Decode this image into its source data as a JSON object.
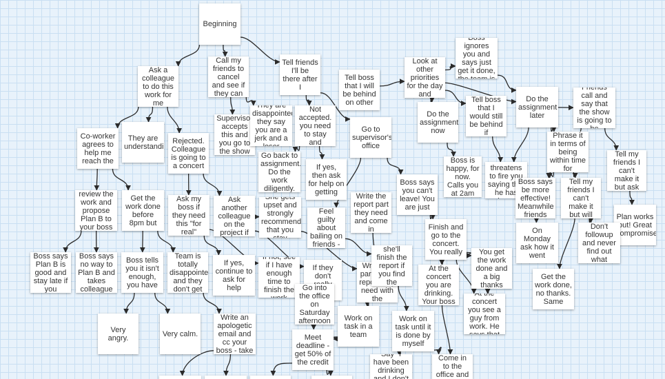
{
  "colors": {
    "edge": "#2b2b2b",
    "node_bg": "#ffffff",
    "canvas": "#e8f2fb",
    "grid": "#c9dff2"
  },
  "nodes": [
    {
      "id": "n0",
      "text": "Beginning"
    },
    {
      "id": "n1",
      "text": "Call my friends to cancel and see if they can"
    },
    {
      "id": "n2",
      "text": "Ask a colleague to do this work for me"
    },
    {
      "id": "n3",
      "text": "Tell friends I'll be there after I"
    },
    {
      "id": "n4",
      "text": "Tell boss that I will be behind on other"
    },
    {
      "id": "n5",
      "text": "Look at other priorities for the day and"
    },
    {
      "id": "n6",
      "text": "Boss ignores you and says just get it done, the team is"
    },
    {
      "id": "n7",
      "text": "Do the assignment later"
    },
    {
      "id": "n8",
      "text": "Friends call and say that the show is going to be"
    },
    {
      "id": "n9",
      "text": "Tell boss that I would still be behind if"
    },
    {
      "id": "n10",
      "text": "Do the assignment now"
    },
    {
      "id": "n11",
      "text": "Supervisor accepts this and you go to the show"
    },
    {
      "id": "n12",
      "text": "They are disappointed, they say you are a jerk and a loser"
    },
    {
      "id": "n13",
      "text": "Not accepted. you need to stay and"
    },
    {
      "id": "n14",
      "text": "Go to supervisor's office"
    },
    {
      "id": "n15",
      "text": "Co-worker agrees to help me reach the"
    },
    {
      "id": "n16",
      "text": "They are understanding"
    },
    {
      "id": "n17",
      "text": "Rejected. Colleague is going to a concert"
    },
    {
      "id": "n18",
      "text": "Go back to assignment. Do the work diligently."
    },
    {
      "id": "n19",
      "text": "If yes, then ask for help on getting"
    },
    {
      "id": "n20",
      "text": "Phrase it in terms of being within time for"
    },
    {
      "id": "n21",
      "text": "Boss is happy, for now. Calls you at 2am"
    },
    {
      "id": "n22",
      "text": "Boss threatens to fire you saying that he has been"
    },
    {
      "id": "n23",
      "text": "Tell my friends I can't make it but ask"
    },
    {
      "id": "n24",
      "text": "Boss says be more effective! Meanwhile friends"
    },
    {
      "id": "n25",
      "text": "Tell my friends I can't make it but will"
    },
    {
      "id": "n26",
      "text": "Boss says you can't leave! You are just"
    },
    {
      "id": "n27",
      "text": "review the work and propose Plan B to your boss"
    },
    {
      "id": "n28",
      "text": "Get the work done before 8pm but"
    },
    {
      "id": "n29",
      "text": "Ask my boss if they need this \"for real\""
    },
    {
      "id": "n30",
      "text": "Ask another colleague on the project if"
    },
    {
      "id": "n31",
      "text": "She gets upset and strongly recommends that you stay"
    },
    {
      "id": "n32",
      "text": "Feel guilty about bailing on friends -"
    },
    {
      "id": "n33",
      "text": "Write the report part they need and come in"
    },
    {
      "id": "n34",
      "text": "Plan works out! Great compromise"
    },
    {
      "id": "n35",
      "text": "Finish and go to the concert. You really"
    },
    {
      "id": "n36",
      "text": "On Monday ask how it went"
    },
    {
      "id": "n37",
      "text": "Don't followup and never find out what"
    },
    {
      "id": "n38",
      "text": "Boss says Plan B is good and stay late if you"
    },
    {
      "id": "n39",
      "text": "Boss says no way to Plan B and takes colleague"
    },
    {
      "id": "n40",
      "text": "Boss tells you it isn't enough, you have"
    },
    {
      "id": "n41",
      "text": "Team is totally disappointed and they don't get"
    },
    {
      "id": "n42",
      "text": "If yes, continue to ask for help"
    },
    {
      "id": "n43",
      "text": "If not, see if I have enough time to finish the work"
    },
    {
      "id": "n44",
      "text": "If they don't really need it"
    },
    {
      "id": "n45",
      "text": "Write the part of the report they need with the"
    },
    {
      "id": "n46",
      "text": "She says she'll finish the report if you find the deadline"
    },
    {
      "id": "n47",
      "text": "At the concert you are drinking. Your boss"
    },
    {
      "id": "n48",
      "text": "You get the work done and a big thanks"
    },
    {
      "id": "n49",
      "text": "At the concert you see a guy from work. He says that"
    },
    {
      "id": "n50",
      "text": "Get the work done, no thanks. Same"
    },
    {
      "id": "n51",
      "text": "Very angry."
    },
    {
      "id": "n52",
      "text": "Very calm."
    },
    {
      "id": "n53",
      "text": "Write an apologetic email and cc your boss - take"
    },
    {
      "id": "n54",
      "text": "Go into the office on Saturday afternoon"
    },
    {
      "id": "n55",
      "text": "Work on task in a team"
    },
    {
      "id": "n56",
      "text": "Work on task until it is done by myself"
    },
    {
      "id": "n57",
      "text": "Meet deadline - get 50% of the credit"
    },
    {
      "id": "n58",
      "text": "Say \"I have been drinking and I don't"
    },
    {
      "id": "n59",
      "text": "Come in to the office and"
    },
    {
      "id": "n60",
      "text": ""
    },
    {
      "id": "n61",
      "text": ""
    },
    {
      "id": "n62",
      "text": ""
    },
    {
      "id": "n63",
      "text": ""
    }
  ],
  "edges": [
    [
      "n0",
      "n2"
    ],
    [
      "n0",
      "n1"
    ],
    [
      "n0",
      "n3"
    ],
    [
      "n1",
      "n11"
    ],
    [
      "n1",
      "n12"
    ],
    [
      "n2",
      "n15"
    ],
    [
      "n2",
      "n16"
    ],
    [
      "n2",
      "n17"
    ],
    [
      "n3",
      "n13"
    ],
    [
      "n3",
      "n14"
    ],
    [
      "n4",
      "n5"
    ],
    [
      "n5",
      "n6"
    ],
    [
      "n5",
      "n7"
    ],
    [
      "n5",
      "n9"
    ],
    [
      "n5",
      "n10"
    ],
    [
      "n6",
      "n7"
    ],
    [
      "n7",
      "n8"
    ],
    [
      "n7",
      "n20"
    ],
    [
      "n7",
      "n22"
    ],
    [
      "n8",
      "n23"
    ],
    [
      "n8",
      "n24"
    ],
    [
      "n9",
      "n22"
    ],
    [
      "n10",
      "n21"
    ],
    [
      "n13",
      "n18"
    ],
    [
      "n13",
      "n19"
    ],
    [
      "n14",
      "n26"
    ],
    [
      "n14",
      "n32"
    ],
    [
      "n15",
      "n27"
    ],
    [
      "n15",
      "n28"
    ],
    [
      "n17",
      "n29"
    ],
    [
      "n17",
      "n30"
    ],
    [
      "n20",
      "n24"
    ],
    [
      "n20",
      "n25"
    ],
    [
      "n24",
      "n36"
    ],
    [
      "n25",
      "n37"
    ],
    [
      "n25",
      "n50"
    ],
    [
      "n23",
      "n34"
    ],
    [
      "n26",
      "n35"
    ],
    [
      "n27",
      "n38"
    ],
    [
      "n27",
      "n39"
    ],
    [
      "n28",
      "n40"
    ],
    [
      "n28",
      "n41"
    ],
    [
      "n29",
      "n42"
    ],
    [
      "n29",
      "n43"
    ],
    [
      "n30",
      "n31"
    ],
    [
      "n30",
      "n44"
    ],
    [
      "n31",
      "n45"
    ],
    [
      "n32",
      "n46"
    ],
    [
      "n33",
      "n45"
    ],
    [
      "n35",
      "n47"
    ],
    [
      "n35",
      "n48"
    ],
    [
      "n35",
      "n49"
    ],
    [
      "n40",
      "n51"
    ],
    [
      "n40",
      "n52"
    ],
    [
      "n41",
      "n53"
    ],
    [
      "n44",
      "n54"
    ],
    [
      "n45",
      "n55"
    ],
    [
      "n46",
      "n56"
    ],
    [
      "n47",
      "n59"
    ],
    [
      "n48",
      "n49"
    ],
    [
      "n54",
      "n57"
    ],
    [
      "n55",
      "n57"
    ],
    [
      "n56",
      "n58"
    ],
    [
      "n56",
      "n59"
    ],
    [
      "n53",
      "n60"
    ],
    [
      "n53",
      "n61"
    ],
    [
      "n57",
      "n62"
    ],
    [
      "n57",
      "n63"
    ]
  ]
}
